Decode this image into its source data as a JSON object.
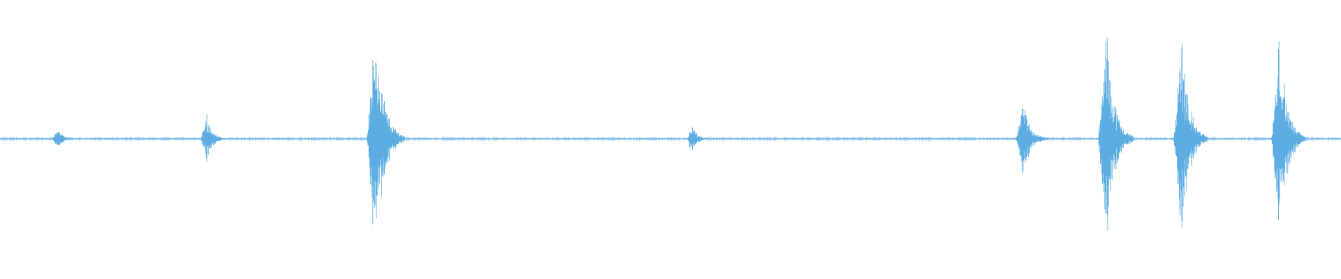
{
  "waveform": {
    "color": "#5dade2",
    "background": "#ffffff",
    "baseline_noise": 0.015,
    "bursts": [
      {
        "time": 0.043,
        "amplitude": 0.1,
        "duration": 0.016
      },
      {
        "time": 0.154,
        "amplitude": 0.22,
        "duration": 0.018
      },
      {
        "time": 0.28,
        "amplitude": 1.0,
        "duration": 0.027
      },
      {
        "time": 0.516,
        "amplitude": 0.14,
        "duration": 0.015
      },
      {
        "time": 0.763,
        "amplitude": 0.33,
        "duration": 0.023
      },
      {
        "time": 0.825,
        "amplitude": 0.97,
        "duration": 0.025
      },
      {
        "time": 0.881,
        "amplitude": 0.93,
        "duration": 0.024
      },
      {
        "time": 0.954,
        "amplitude": 0.9,
        "duration": 0.024
      }
    ]
  }
}
